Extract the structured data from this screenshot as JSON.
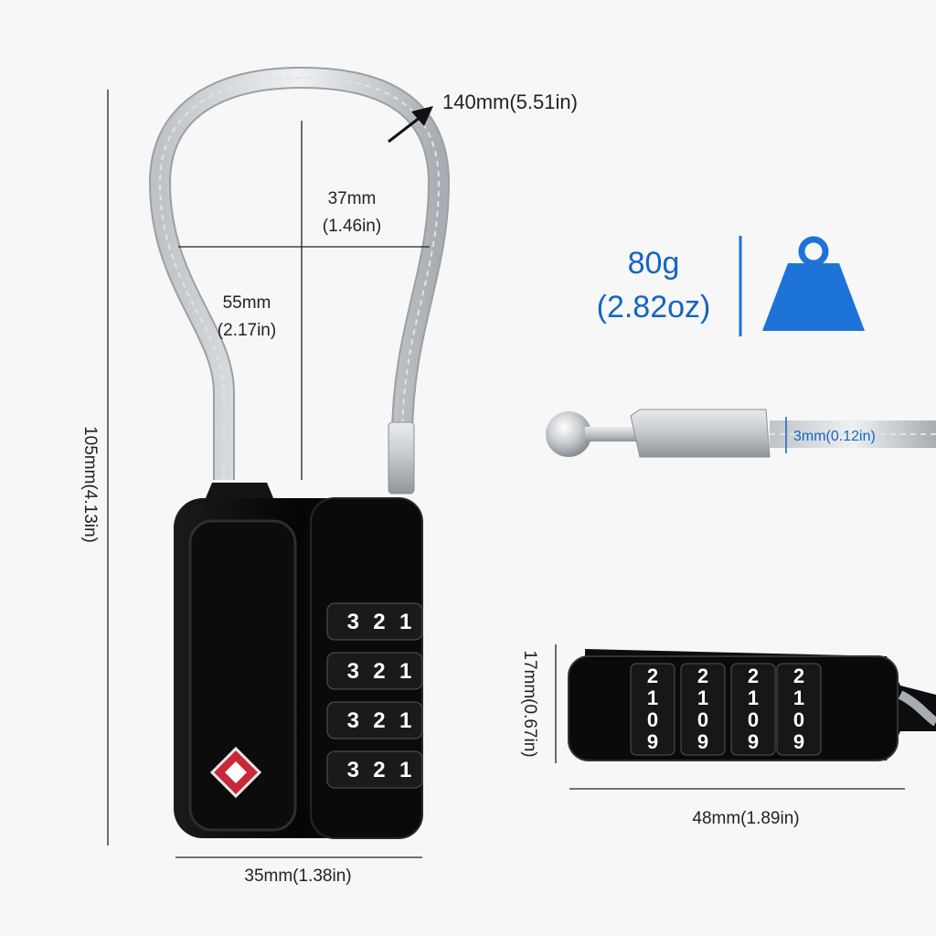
{
  "labels": {
    "cable_length": "140mm(5.51in)",
    "shackle_width_mm": "37mm",
    "shackle_width_in": "(1.46in)",
    "shackle_height_mm": "55mm",
    "shackle_height_in": "(2.17in)",
    "total_height": "105mm(4.13in)",
    "body_width": "35mm(1.38in)",
    "weight_g": "80g",
    "weight_oz": "(2.82oz)",
    "cable_diameter": "3mm(0.12in)",
    "body_depth": "17mm(0.67in)",
    "body_length": "48mm(1.89in)"
  },
  "dial_digits": [
    "3",
    "2",
    "1"
  ],
  "side_dial_digits": [
    "2",
    "1",
    "0",
    "9"
  ],
  "icons": {
    "weight": "weight-icon",
    "tsa": "tsa-logo-icon",
    "arrow": "arrow-icon"
  },
  "colors": {
    "accent": "#1565c0",
    "weight_icon": "#1e73d8",
    "lock_body": "#111111",
    "tsa_red": "#c8283a"
  }
}
